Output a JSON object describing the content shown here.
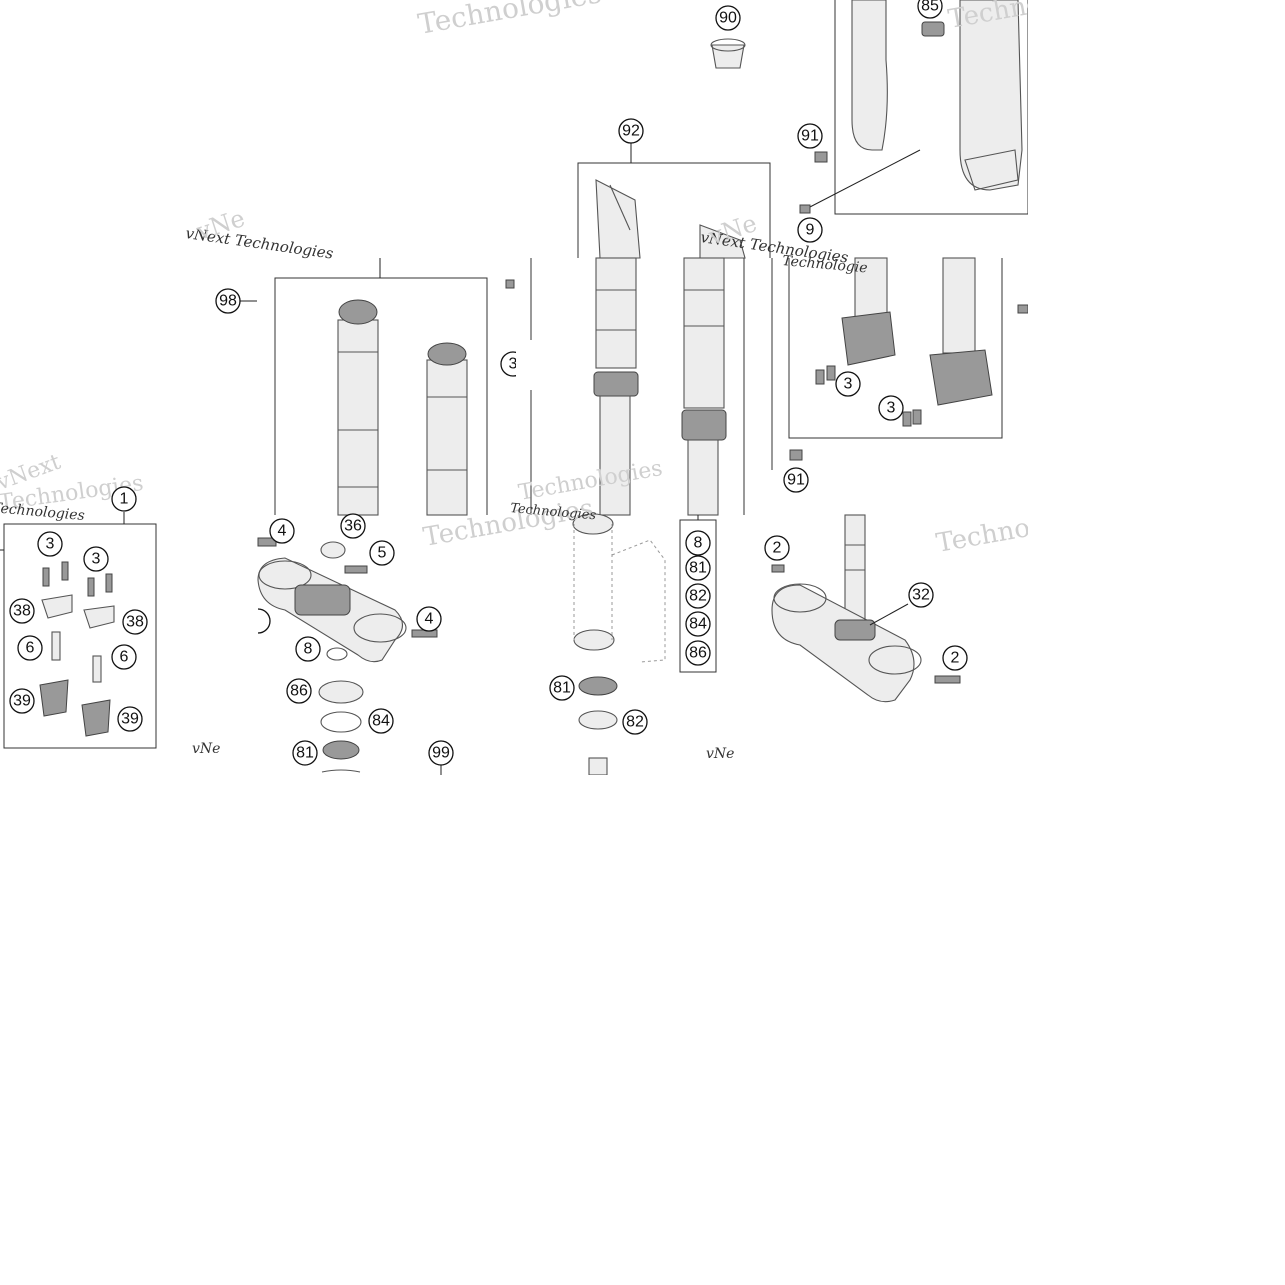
{
  "watermarks": {
    "brand_a": "vNext Technologies",
    "brand_b": "Technologies",
    "brand_c": "vNext",
    "brand_d": "Technologie",
    "brand_e": "vNe"
  },
  "callouts": {
    "c1": "1",
    "c2a": "2",
    "c2b": "2",
    "c3a": "3",
    "c3b": "3",
    "c3c": "3",
    "c3d": "3",
    "c3e": "3",
    "c4a": "4",
    "c4b": "4",
    "c5": "5",
    "c6a": "6",
    "c6b": "6",
    "c8a": "8",
    "c8b": "8",
    "c9": "9",
    "c32": "32",
    "c36": "36",
    "c38a": "38",
    "c38b": "38",
    "c39a": "39",
    "c39b": "39",
    "c81a": "81",
    "c81b": "81",
    "c81c": "81",
    "c82a": "82",
    "c82b": "82",
    "c84a": "84",
    "c84b": "84",
    "c85": "85",
    "c86a": "86",
    "c86b": "86",
    "c90": "90",
    "c91a": "91",
    "c91b": "91",
    "c92": "92",
    "c98": "98",
    "c99": "99"
  },
  "colors": {
    "line": "#555555",
    "callout_stroke": "#111111",
    "watermark": "#cfcfcf"
  }
}
